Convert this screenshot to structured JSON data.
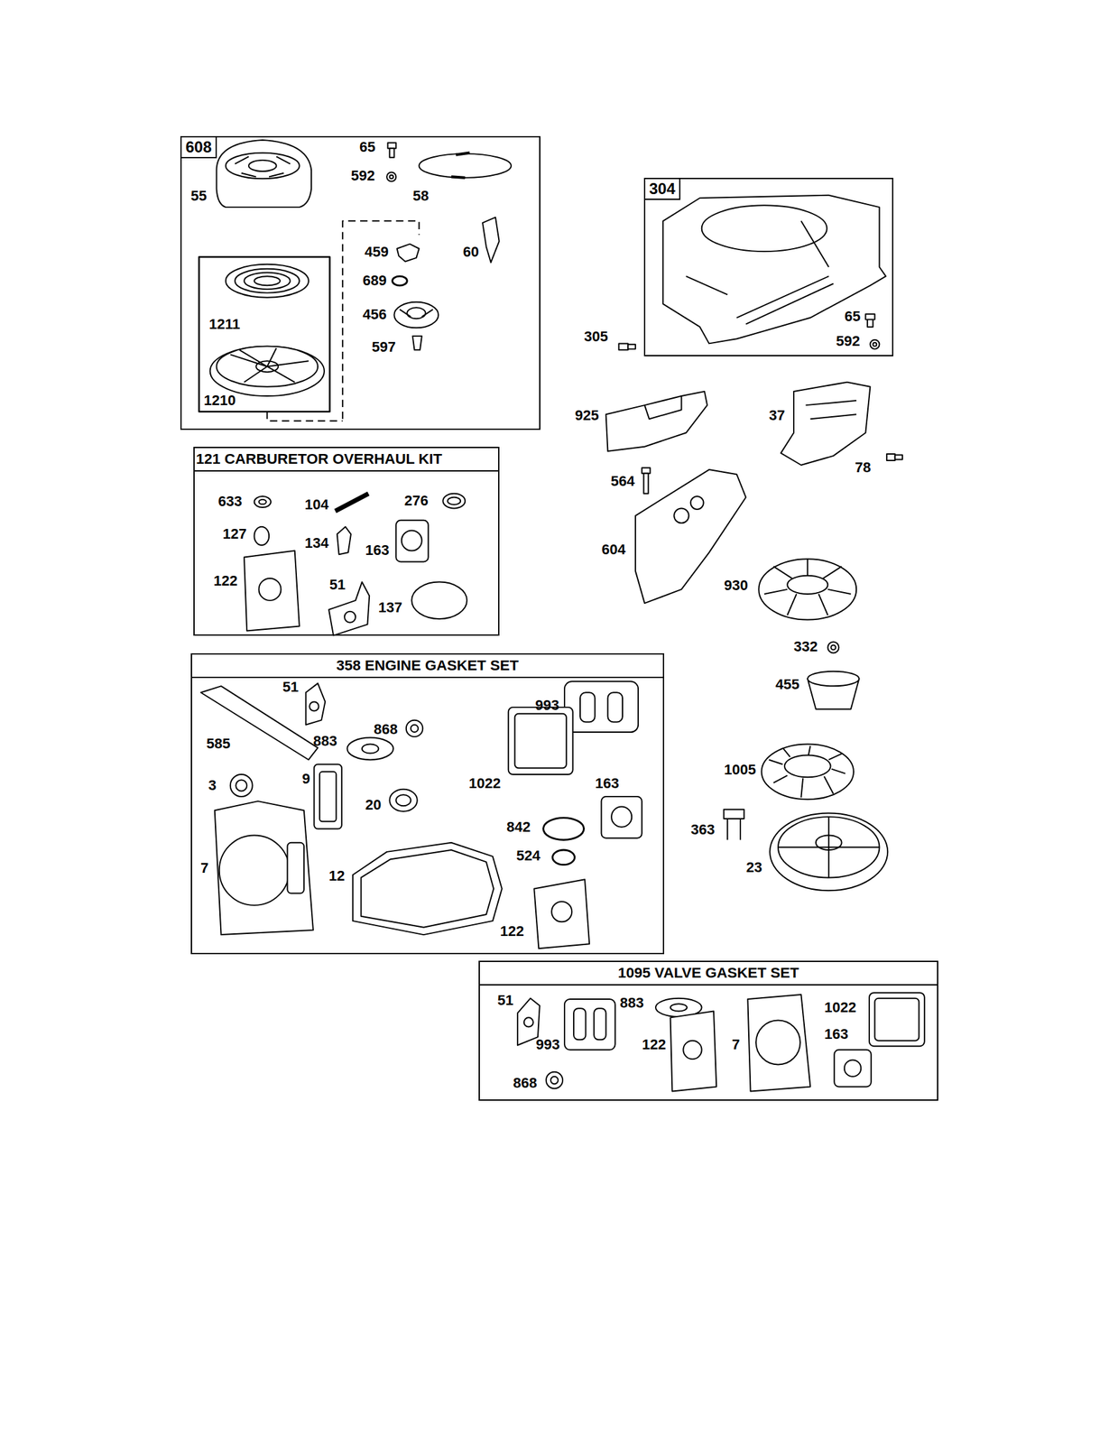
{
  "diagram": {
    "nodes": [
      {
        "text": [
          "608"
        ]
      },
      {
        "text": [
          "304"
        ]
      },
      {
        "text": [
          "121 CARBURETOR OVERHAUL KIT"
        ]
      },
      {
        "text": [
          "358 ENGINE GASKET SET"
        ]
      },
      {
        "text": [
          "1095 VALVE GASKET SET"
        ]
      }
    ],
    "labels": [
      "55",
      "65",
      "592",
      "58",
      "459",
      "60",
      "689",
      "456",
      "597",
      "1211",
      "1210",
      "305",
      "65",
      "592",
      "925",
      "37",
      "78",
      "564",
      "604",
      "930",
      "332",
      "455",
      "1005",
      "363",
      "23",
      "633",
      "104",
      "276",
      "127",
      "134",
      "163",
      "122",
      "51",
      "137",
      "51",
      "868",
      "993",
      "585",
      "883",
      "3",
      "9",
      "20",
      "1022",
      "163",
      "842",
      "7",
      "12",
      "524",
      "122",
      "51",
      "883",
      "1022",
      "993",
      "122",
      "7",
      "163",
      "868"
    ]
  }
}
